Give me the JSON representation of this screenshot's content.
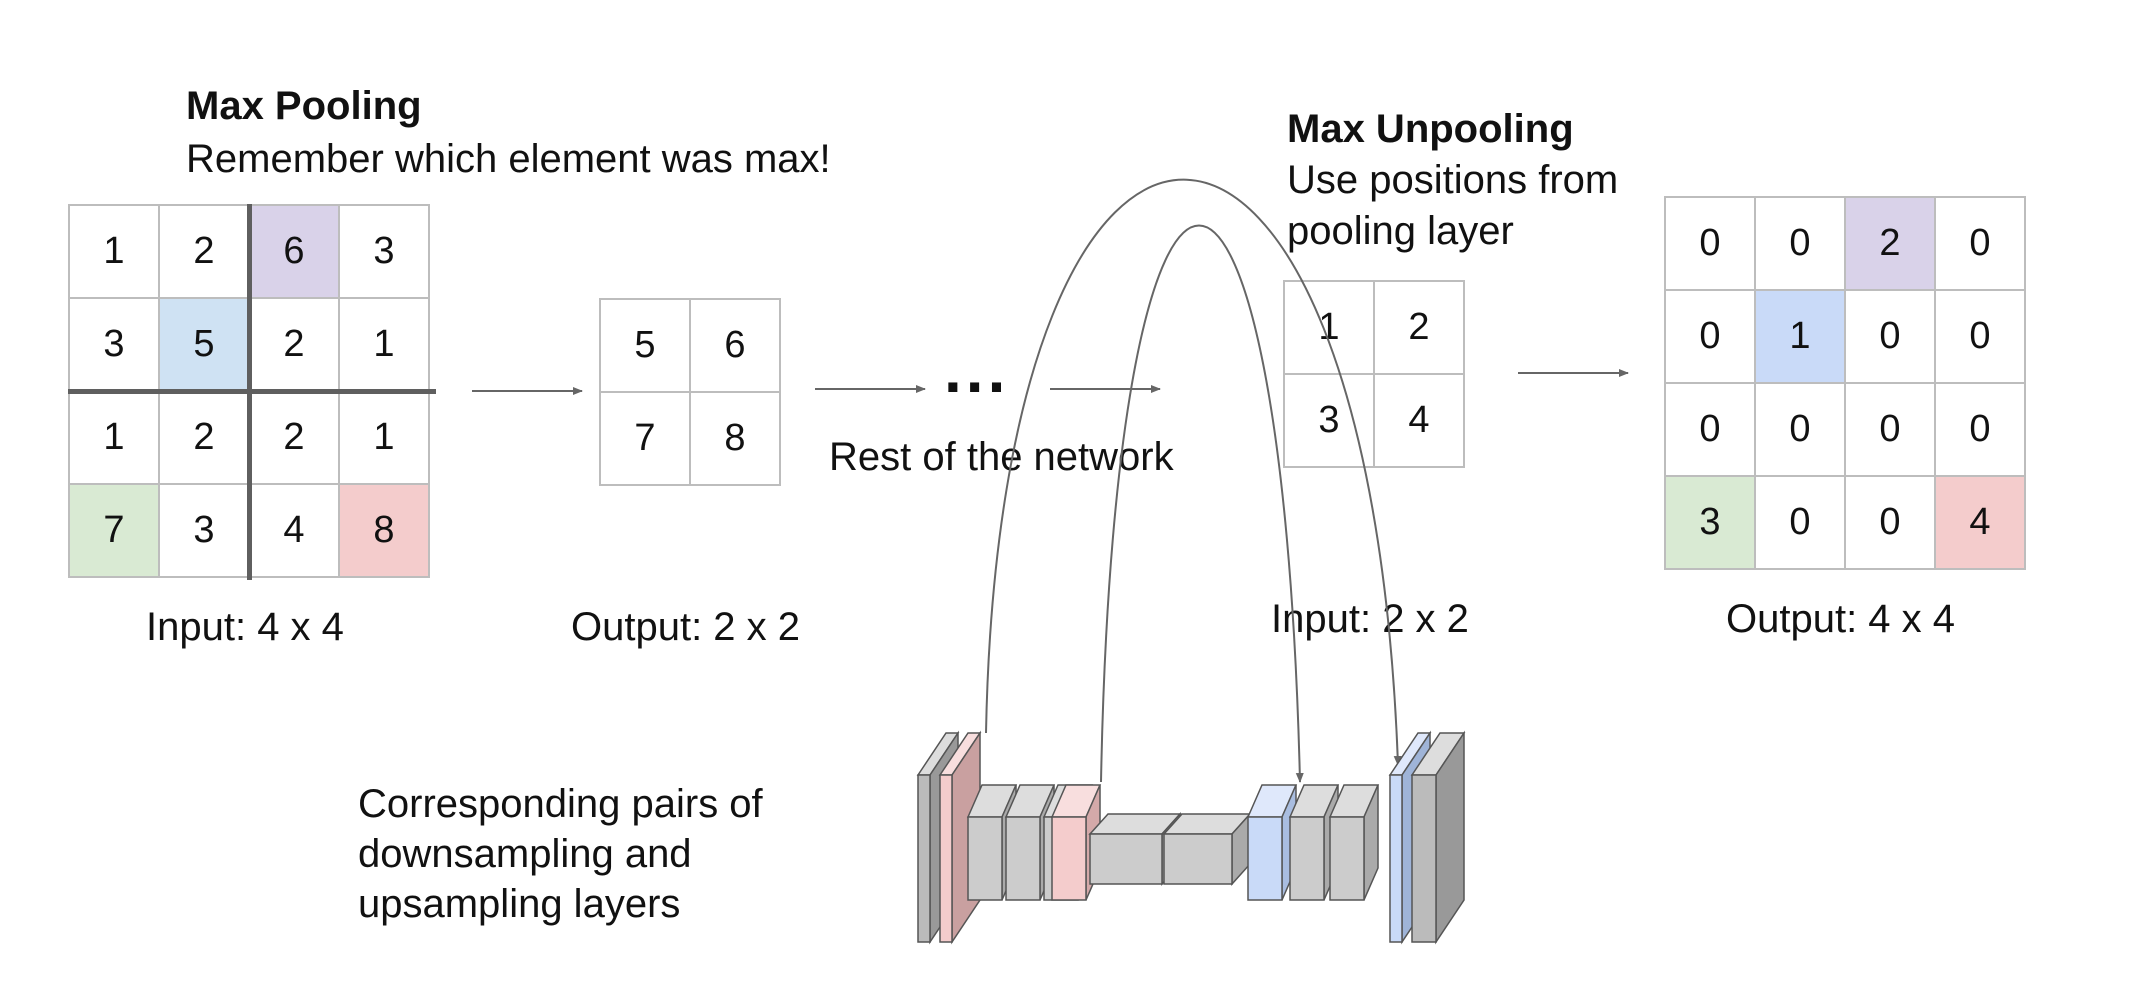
{
  "max_pooling": {
    "title": "Max Pooling",
    "subtitle": "Remember which element was max!",
    "input_label": "Input: 4 x 4",
    "output_label": "Output: 2 x 2",
    "input_grid": [
      [
        "1",
        "2",
        "6",
        "3"
      ],
      [
        "3",
        "5",
        "2",
        "1"
      ],
      [
        "1",
        "2",
        "2",
        "1"
      ],
      [
        "7",
        "3",
        "4",
        "8"
      ]
    ],
    "output_grid": [
      [
        "5",
        "6"
      ],
      [
        "7",
        "8"
      ]
    ]
  },
  "network": {
    "ellipsis": "...",
    "label": "Rest of the network"
  },
  "max_unpooling": {
    "title": "Max Unpooling",
    "subtitle_line1": "Use positions from",
    "subtitle_line2": "pooling layer",
    "input_label": "Input: 2 x 2",
    "output_label": "Output: 4 x 4",
    "input_grid": [
      [
        "1",
        "2"
      ],
      [
        "3",
        "4"
      ]
    ],
    "output_grid": [
      [
        "0",
        "0",
        "2",
        "0"
      ],
      [
        "0",
        "1",
        "0",
        "0"
      ],
      [
        "0",
        "0",
        "0",
        "0"
      ],
      [
        "3",
        "0",
        "0",
        "4"
      ]
    ]
  },
  "caption": {
    "line1": "Corresponding pairs of",
    "line2": "downsampling and",
    "line3": "upsampling layers"
  },
  "colors": {
    "purple": "#d9d2e9",
    "blue": "#cfe2f3",
    "green": "#d9ead3",
    "red": "#f4cccc",
    "arch_blue": "#c9daf8",
    "block_gray": "#cccccc",
    "line": "#666666",
    "divider": "#5f5f5f"
  }
}
